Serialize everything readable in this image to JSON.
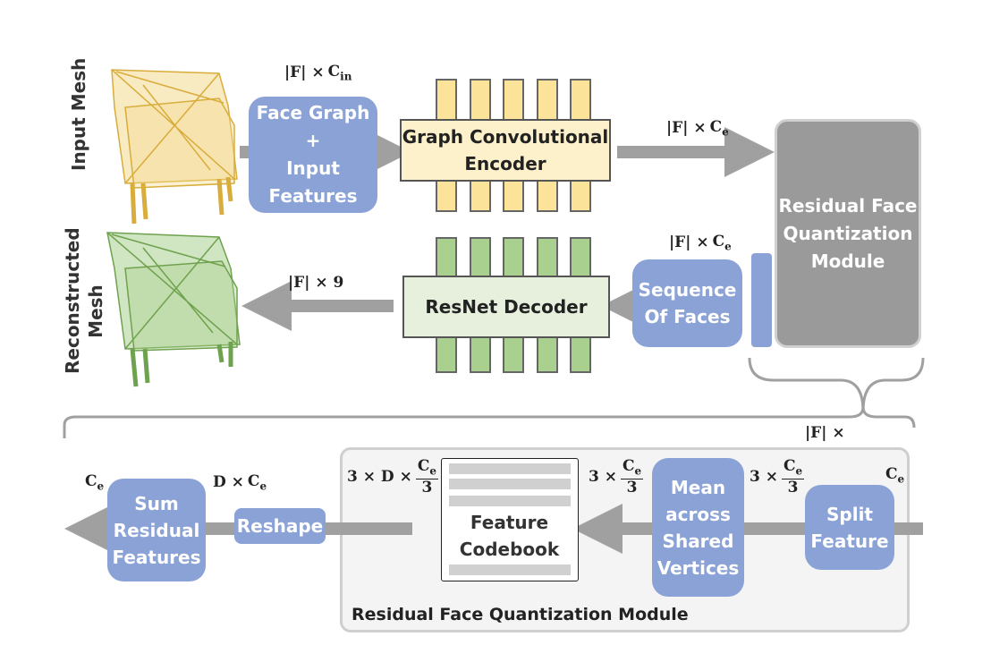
{
  "labels": {
    "input_mesh": "Input Mesh",
    "reconstructed_mesh": [
      "Reconstructed",
      "Mesh"
    ],
    "face_graph": [
      "Face Graph",
      "+",
      "Input",
      "Features"
    ],
    "encoder": [
      "Graph Convolutional",
      "Encoder"
    ],
    "decoder": "ResNet Decoder",
    "sequence_of_faces": [
      "Sequence",
      "Of Faces"
    ],
    "rfqm": [
      "Residual Face",
      "Quantization",
      "Module"
    ],
    "split_feature": [
      "Split",
      "Feature"
    ],
    "mean_shared": [
      "Mean",
      "across",
      "Shared",
      "Vertices"
    ],
    "codebook": [
      "Feature",
      "Codebook"
    ],
    "reshape": "Reshape",
    "sum_residual": [
      "Sum",
      "Residual",
      "Features"
    ],
    "module_caption": "Residual Face Quantization Module"
  },
  "dims": {
    "F_times": "|F| ×",
    "C": "C",
    "in": "in",
    "e": "e",
    "nine": "|F| × 9",
    "three_times": "3 ×",
    "three_D_times": "3 × D ×",
    "D_times": "D ×",
    "three": "3"
  },
  "colors": {
    "blue_box": "#8aa2d6",
    "encoder_fill": "#fdf1cc",
    "encoder_bars": "#fbe39a",
    "decoder_fill": "#e6f0dc",
    "decoder_bars": "#a9d08e",
    "rfqm_fill": "#9a9a9a",
    "arrow": "#a0a0a0",
    "input_mesh": "#e8c46a",
    "recon_mesh": "#8fbf6e"
  }
}
